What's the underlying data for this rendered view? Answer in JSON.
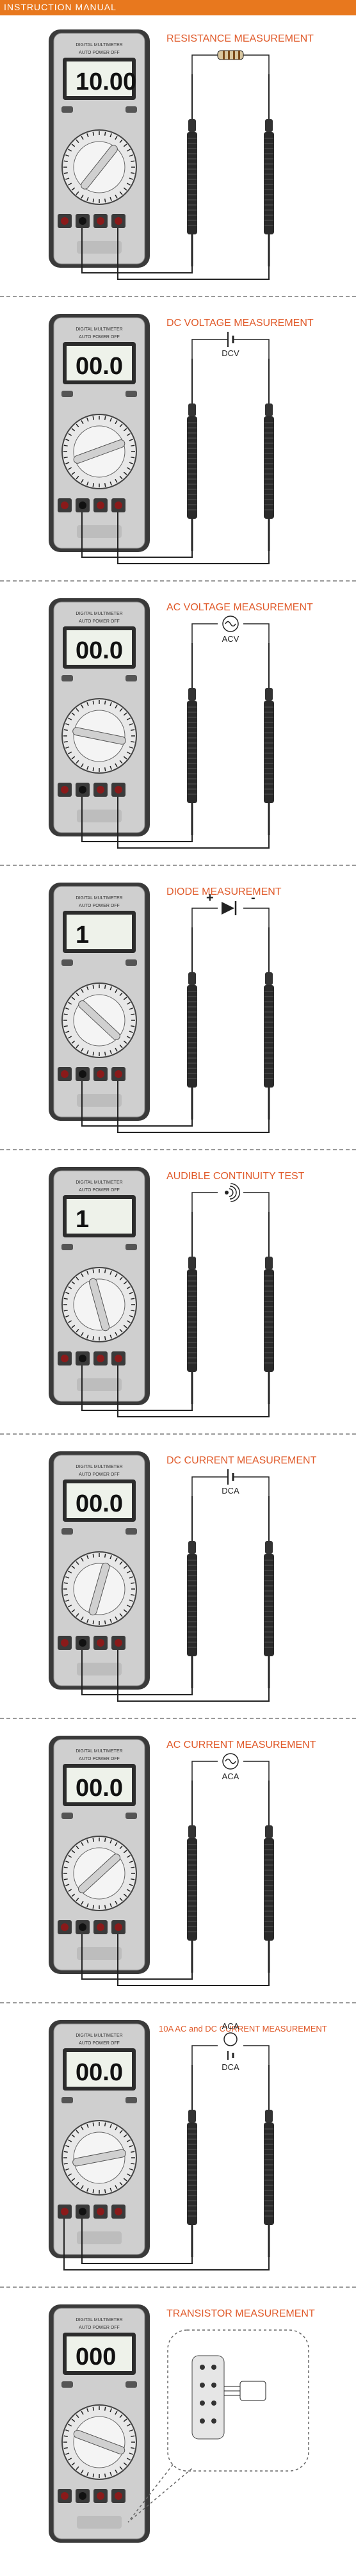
{
  "banner": {
    "title": "INSTRUCTION MANUAL"
  },
  "meter": {
    "brand": "DIGITAL MULTIMETER",
    "model": "AUTO POWER OFF"
  },
  "sections": [
    {
      "title": "RESISTANCE MEASUREMENT",
      "display": "10.00",
      "circuit_label": ""
    },
    {
      "title": "DC VOLTAGE MEASUREMENT",
      "display": "00.0",
      "circuit_label": "DCV"
    },
    {
      "title": "AC VOLTAGE MEASUREMENT",
      "display": "00.0",
      "circuit_label": "ACV"
    },
    {
      "title": "DIODE MEASUREMENT",
      "display": "1",
      "circuit_label": ""
    },
    {
      "title": "AUDIBLE CONTINUITY TEST",
      "display": "1",
      "circuit_label": ""
    },
    {
      "title": "DC CURRENT MEASUREMENT",
      "display": "00.0",
      "circuit_label": "DCA"
    },
    {
      "title": "AC CURRENT MEASUREMENT",
      "display": "00.0",
      "circuit_label": "ACA"
    },
    {
      "title": "10A AC and  DC CURRENT MEASUREMENT",
      "display": "00.0",
      "circuit_label": "ACA",
      "circuit_label_2": "DCA"
    },
    {
      "title": "TRANSISTOR MEASUREMENT",
      "display": "000",
      "circuit_label": ""
    }
  ],
  "colors": {
    "banner": "#e8781e",
    "title": "#e05a2a",
    "body": "#c8c8c8",
    "lcd": "#eef2ea"
  }
}
